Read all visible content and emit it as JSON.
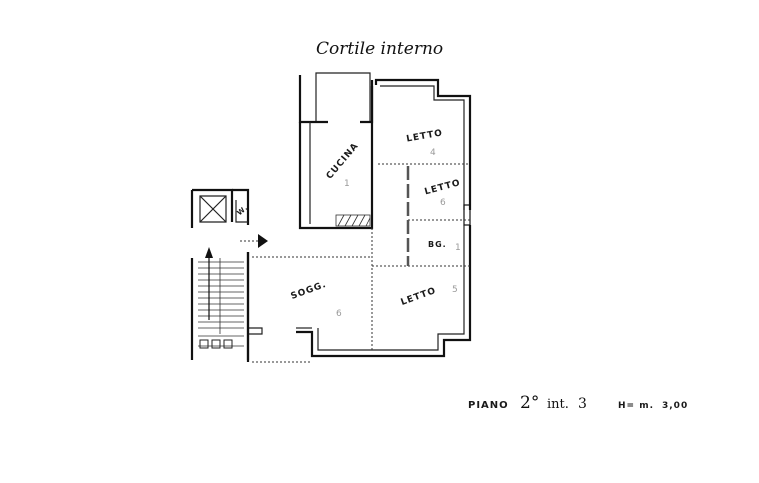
{
  "title_top": "Cortile interno",
  "footer": {
    "floor_label": "PIANO",
    "floor_value": "2°",
    "unit_label": "int.",
    "unit_value": "3",
    "height_label": "H= m.",
    "height_value": "3,00"
  },
  "rooms": [
    {
      "id": "cucina",
      "label": "CUCINA",
      "number": "1"
    },
    {
      "id": "letto-1",
      "label": "LETTO",
      "number": "4"
    },
    {
      "id": "letto-2",
      "label": "LETTO",
      "number": "6"
    },
    {
      "id": "bagno",
      "label": "BG.",
      "number": "1"
    },
    {
      "id": "letto-3",
      "label": "LETTO",
      "number": "5"
    },
    {
      "id": "soggiorno",
      "label": "SOGG.",
      "number": "6"
    },
    {
      "id": "wc",
      "label": "W.",
      "number": ""
    }
  ],
  "symbols": {
    "stair-arrow": "up-arrow",
    "entrance": "triangle-right",
    "elevator": "x-box"
  },
  "colors": {
    "ink": "#111111",
    "paper": "#ffffff",
    "faint": "#9a9a9a"
  }
}
